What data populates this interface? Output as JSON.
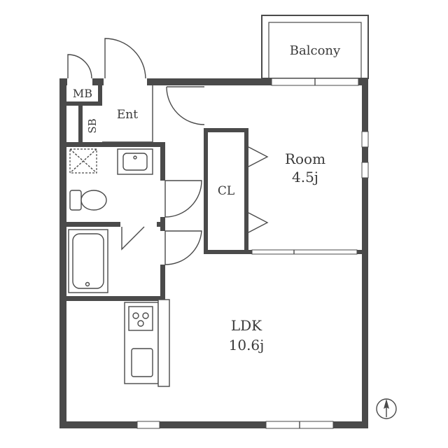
{
  "floorplan": {
    "rooms": {
      "balcony": {
        "label": "Balcony"
      },
      "mb": {
        "label": "MB"
      },
      "ent": {
        "label": "Ent"
      },
      "sb": {
        "label": "SB"
      },
      "cl": {
        "label": "CL"
      },
      "room": {
        "label": "Room",
        "size": "4.5j"
      },
      "ldk": {
        "label": "LDK",
        "size": "10.6j"
      }
    },
    "compass": {
      "icon": "north-arrow-icon"
    }
  }
}
